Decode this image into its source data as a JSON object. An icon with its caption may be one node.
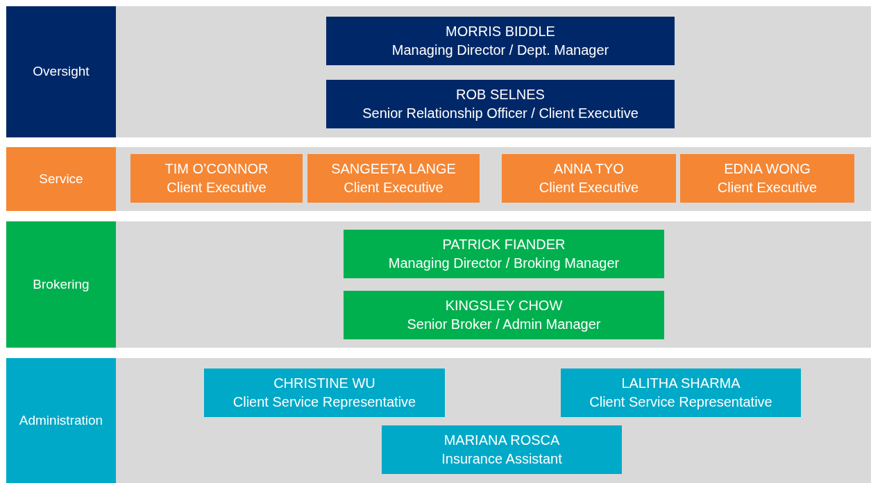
{
  "diagram": {
    "nodes": [
      {
        "text": [
          "Oversight"
        ]
      },
      {
        "text": [
          "MORRIS BIDDLE",
          "Managing Director / Dept. Manager"
        ],
        "in": 0
      },
      {
        "text": [
          "ROB SELNES",
          "Senior Relationship Officer / Client Executive"
        ],
        "in": 0
      },
      {
        "text": [
          "Service"
        ]
      },
      {
        "text": [
          "TIM O’CONNOR",
          "Client Executive"
        ],
        "in": 3
      },
      {
        "text": [
          "SANGEETA LANGE",
          "Client Executive"
        ],
        "in": 3
      },
      {
        "text": [
          "ANNA TYO",
          "Client Executive"
        ],
        "in": 3
      },
      {
        "text": [
          "EDNA WONG",
          "Client Executive"
        ],
        "in": 3
      },
      {
        "text": [
          "Brokering"
        ]
      },
      {
        "text": [
          "PATRICK FIANDER",
          "Managing Director / Broking Manager"
        ],
        "in": 8
      },
      {
        "text": [
          "KINGSLEY CHOW",
          "Senior Broker / Admin Manager"
        ],
        "in": 8
      },
      {
        "text": [
          "Administration"
        ]
      },
      {
        "text": [
          "CHRISTINE WU",
          "Client Service Representative"
        ],
        "in": 11
      },
      {
        "text": [
          "LALITHA SHARMA",
          "Client Service Representative"
        ],
        "in": 11
      },
      {
        "text": [
          "MARIANA ROSCA",
          "Insurance Assistant"
        ],
        "in": 11
      }
    ]
  }
}
